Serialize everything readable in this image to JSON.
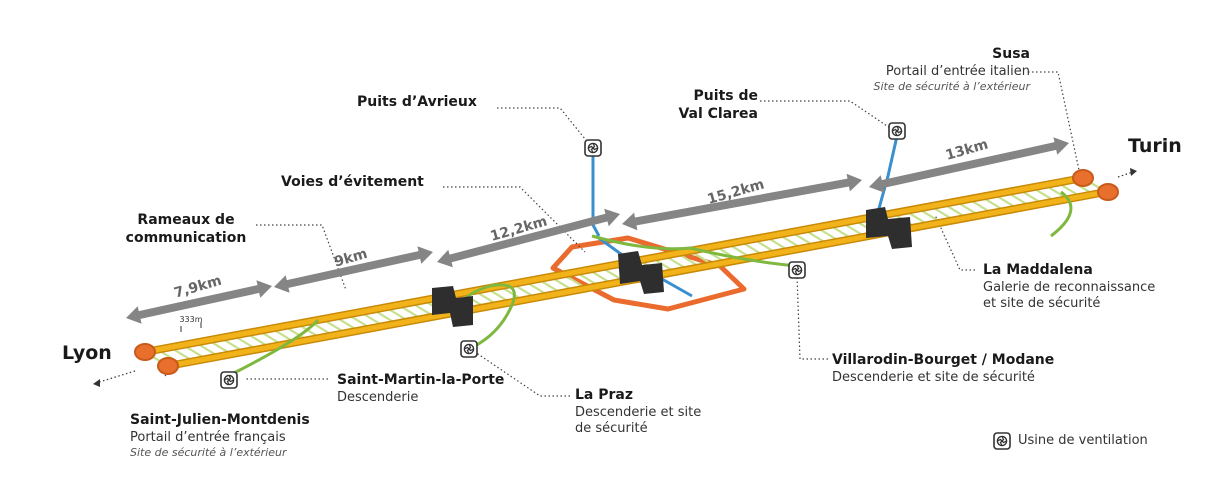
{
  "colors": {
    "tube": "#f2b21a",
    "tube_edge": "#c98a08",
    "rung": "#c6e08c",
    "portal": "#e8702c",
    "green_line": "#7fb83e",
    "blue_line": "#3a8fcf",
    "orange_loop": "#ea6b2d",
    "arrow": "#858585",
    "block": "#2e2e2e"
  },
  "cities": {
    "west": "Lyon",
    "east": "Turin"
  },
  "distances": {
    "d1": "7,9km",
    "d2": "9km",
    "d3": "12,2km",
    "d4": "15,2km",
    "d5": "13km"
  },
  "scale_label": "333m",
  "labels": {
    "puits_avrieux": "Puits d’Avrieux",
    "puits_val_clarea_1": "Puits de",
    "puits_val_clarea_2": "Val Clarea",
    "voies": "Voies d’évitement",
    "rameaux_1": "Rameaux de",
    "rameaux_2": "communication",
    "susa_title": "Susa",
    "susa_sub": "Portail d’entrée italien",
    "susa_note": "Site de sécurité à l’extérieur",
    "maddalena_title": "La Maddalena",
    "maddalena_sub1": "Galerie de reconnaissance",
    "maddalena_sub2": "et site de sécurité",
    "villarodin_title": "Villarodin-Bourget / Modane",
    "villarodin_sub": "Descenderie et site de sécurité",
    "praz_title": "La Praz",
    "praz_sub1": "Descenderie et site",
    "praz_sub2": "de sécurité",
    "smp_title": "Saint-Martin-la-Porte",
    "smp_sub": "Descenderie",
    "sjm_title": "Saint-Julien-Montdenis",
    "sjm_sub": "Portail d’entrée français",
    "sjm_note": "Site de sécurité à l’extérieur"
  },
  "legend": {
    "label": "Usine de ventilation",
    "icon": "ventilation-fan-icon"
  }
}
